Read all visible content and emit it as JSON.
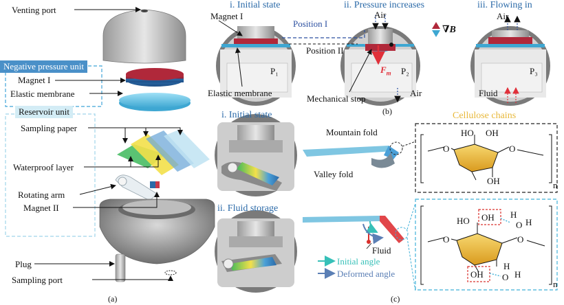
{
  "panel_a": {
    "letter": "(a)",
    "labels": {
      "venting_port": "Venting port",
      "negative_pressure_unit": "Negative pressure unit",
      "magnet_1": "Magnet I",
      "elastic_membrane": "Elastic membrane",
      "reservoir_unit": "Reservoir unit",
      "sampling_paper": "Sampling paper",
      "waterproof_layer": "Waterproof layer",
      "rotating_arm": "Rotating arm",
      "magnet_2": "Magnet II",
      "plug": "Plug",
      "sampling_port": "Sampling port"
    }
  },
  "panel_b": {
    "letter": "(b)",
    "stages": {
      "initial": "i. Initial state",
      "pressure": "ii. Pressure increases",
      "flowing": "iii. Flowing in"
    },
    "labels": {
      "magnet_1": "Magnet I",
      "position_1": "Position I",
      "position_2": "Position II",
      "elastic_membrane": "Elastic membrane",
      "mechanical_stop": "Mechanical stop",
      "air_top_2": "Air",
      "air_bottom_2": "Air",
      "air_top_3": "Air",
      "fluid": "Fluid",
      "p1": "P₁",
      "p2": "P₂",
      "p3": "P₃",
      "fm": "F",
      "fm_sub": "m",
      "grad_b": "∇B"
    }
  },
  "panel_c": {
    "letter": "(c)",
    "stages": {
      "initial": "i. Initial state",
      "storage": "ii. Fluid storage"
    },
    "labels": {
      "cellulose": "Cellulose chains",
      "mountain_fold": "Mountain fold",
      "valley_fold": "Valley fold",
      "fluid": "Fluid",
      "initial_angle": "Initial angle",
      "deformed_angle": "Deformed angle",
      "n1": "n",
      "n2": "n"
    },
    "chem": {
      "o": "O",
      "ho": "HO",
      "oh": "OH",
      "h": "H"
    }
  },
  "colors": {
    "label_blue": "#2b6aa8",
    "cellulose_gold": "#e8b83a",
    "cyan_dashed": "#3fb0d8",
    "red_dashed": "#d9302c",
    "black_dashed": "#222222",
    "membrane": "#5cc3e8",
    "magnet_red": "#b0283a",
    "initial_angle": "#36c0b8",
    "deformed_angle": "#5b7fb5"
  }
}
